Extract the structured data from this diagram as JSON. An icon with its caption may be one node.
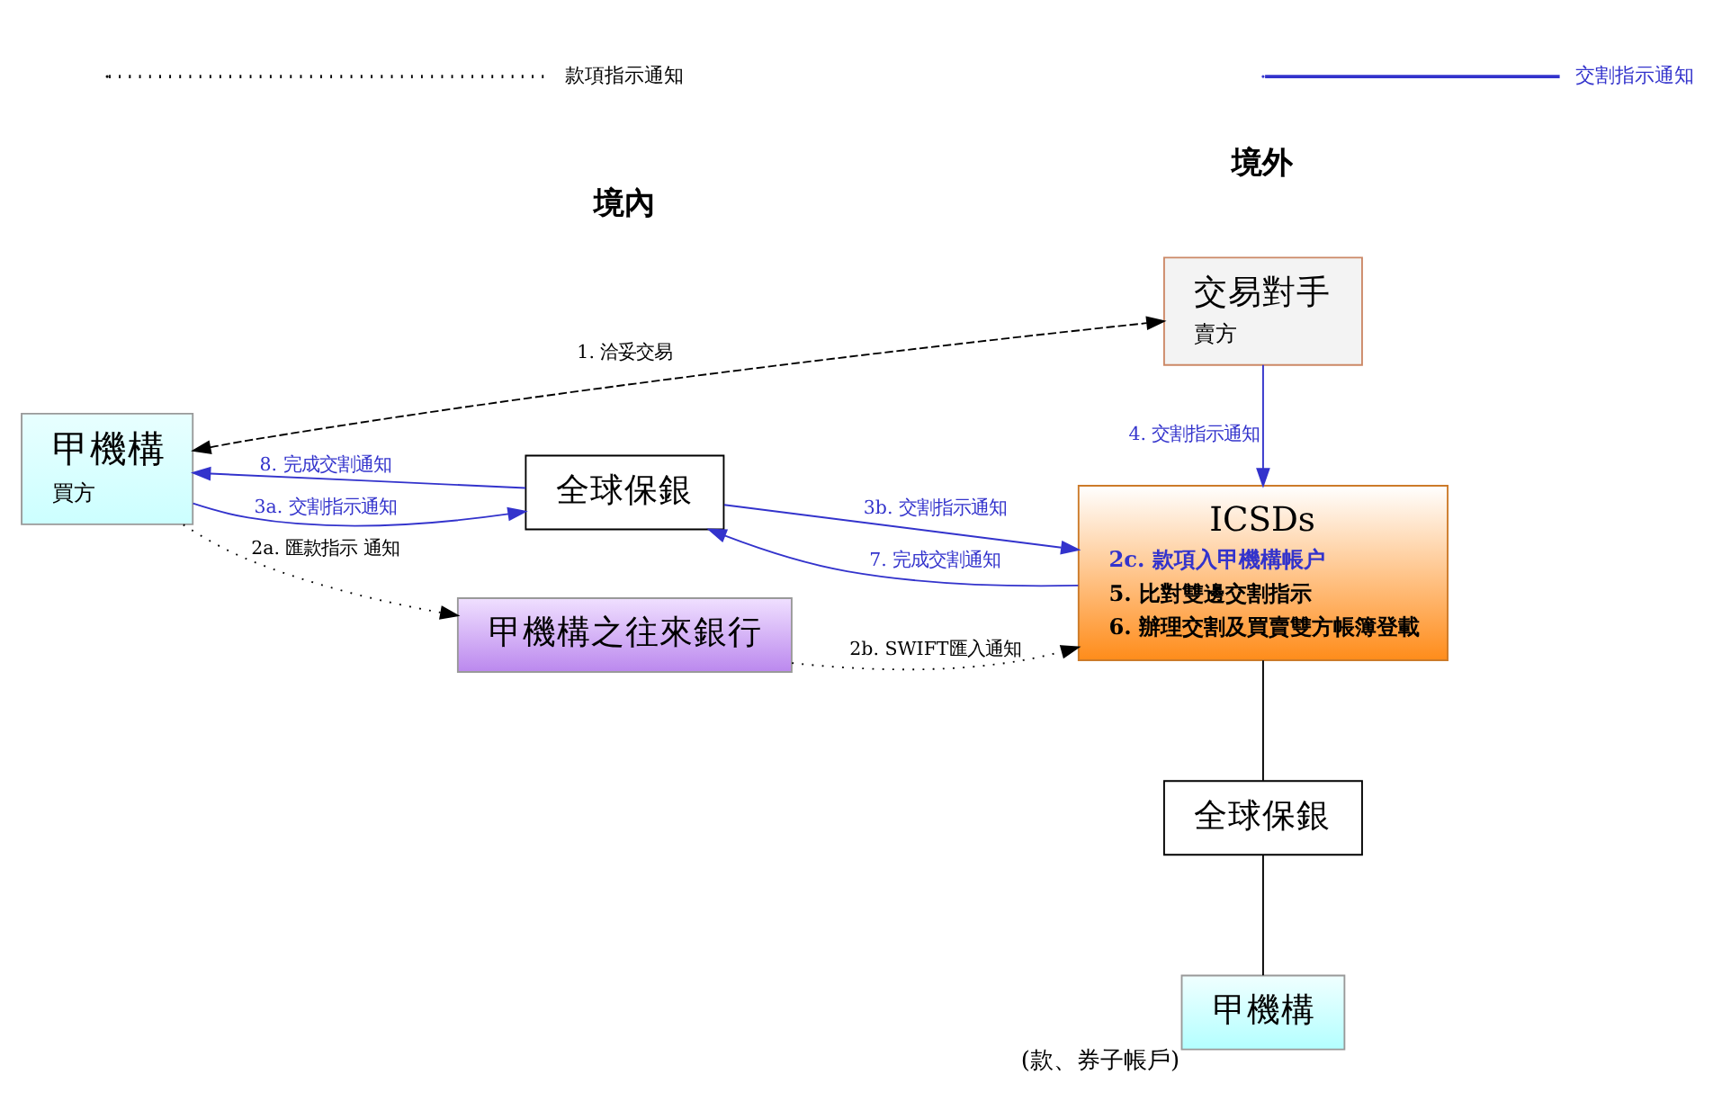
{
  "diagram": {
    "nodes": [
      {
        "text": [
          "甲機構",
          "買方"
        ]
      },
      {
        "text": [
          "全球保銀"
        ]
      },
      {
        "text": [
          "甲機構之往來銀行"
        ]
      },
      {
        "text": [
          "ICSDs",
          "2c. 款項入甲機構帳户",
          "5. 比對雙邊交割指示",
          "6. 辦理交割及買賣雙方帳簿登載"
        ]
      },
      {
        "text": [
          "全球保銀"
        ]
      },
      {
        "text": [
          "甲機構"
        ],
        "beside": [
          "(款、券子帳戶)"
        ]
      },
      {
        "text": [
          "交易對手",
          "賣方"
        ]
      }
    ],
    "edges": [
      {
        "from": 0,
        "to": 1,
        "arrow": "to",
        "label": "3a. 交割指示通知",
        "color": "#3333cc"
      },
      {
        "from": 1,
        "to": 0,
        "arrow": "to",
        "label": "8. 完成交割通知",
        "color": "#3333cc"
      },
      {
        "from": 1,
        "to": 3,
        "arrow": "to",
        "label": "3b. 交割指示通知",
        "color": "#3333cc"
      },
      {
        "from": 3,
        "to": 1,
        "arrow": "to",
        "label": "7. 完成交割通知",
        "color": "#3333cc"
      },
      {
        "from": 0,
        "to": 2,
        "arrow": "to",
        "label": "2a. 匯款指示 通知",
        "style": "dashed",
        "color": "#000000"
      },
      {
        "from": 2,
        "to": 3,
        "arrow": "to",
        "label": "2b. SWIFT匯入通知",
        "style": "dashed",
        "color": "#000000"
      },
      {
        "from": 3,
        "to": 4,
        "arrow": "none",
        "color": "#000000"
      },
      {
        "from": 4,
        "to": 5,
        "arrow": "none",
        "color": "#000000"
      },
      {
        "from": 6,
        "to": 3,
        "arrow": "to",
        "label": "4. 交割指示通知",
        "color": "#3333cc"
      },
      {
        "from": 0,
        "to": 6,
        "arrow": "both",
        "label": "1. 洽妥交易",
        "style": "dashed",
        "color": "#000000"
      }
    ],
    "labels": [
      "境內",
      "境外"
    ],
    "legend": [
      {
        "text": "款項指示通知"
      },
      {
        "text": "交割指示通知"
      }
    ]
  }
}
